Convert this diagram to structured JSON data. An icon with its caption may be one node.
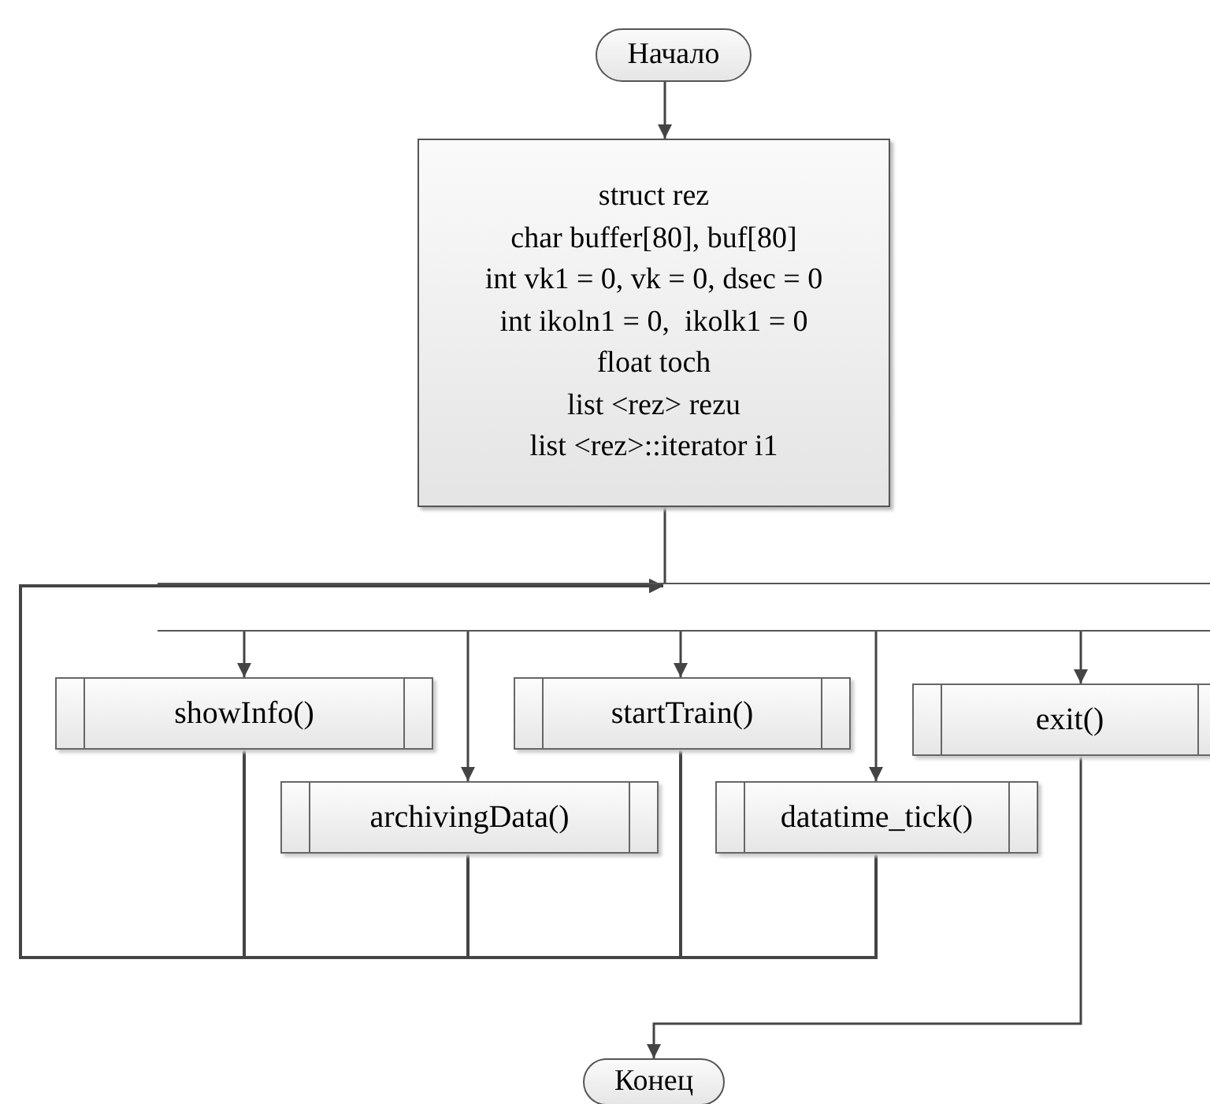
{
  "diagram": {
    "nodes": [
      {
        "text": [
          "Начало"
        ]
      },
      {
        "text": [
          "struct rez",
          "char buffer[80], buf[80]",
          "int vk1 = 0, vk = 0, dsec = 0",
          "int ikoln1 = 0,  ikolk1 = 0",
          "float toch",
          "list <rez> rezu",
          "list <rez>::iterator i1"
        ]
      },
      {
        "text": [],
        "shape": "bar"
      },
      {
        "text": [
          "showInfo()"
        ]
      },
      {
        "text": [
          "startTrain()"
        ]
      },
      {
        "text": [
          "exit()"
        ]
      },
      {
        "text": [
          "archivingData()"
        ]
      },
      {
        "text": [
          "datatime_tick()"
        ]
      },
      {
        "text": [
          "Конец"
        ]
      }
    ],
    "edges": [
      {
        "from": 0,
        "to": 1,
        "arrow": "to"
      },
      {
        "from": 1,
        "to": 2,
        "arrow": "none"
      },
      {
        "from": 2,
        "to": 3,
        "arrow": "to"
      },
      {
        "from": 2,
        "to": 6,
        "arrow": "to"
      },
      {
        "from": 2,
        "to": 4,
        "arrow": "to"
      },
      {
        "from": 2,
        "to": 7,
        "arrow": "to"
      },
      {
        "from": 2,
        "to": 5,
        "arrow": "to"
      },
      {
        "from": 3,
        "to": 2,
        "arrow": "to"
      },
      {
        "from": 6,
        "to": 2,
        "arrow": "to"
      },
      {
        "from": 4,
        "to": 2,
        "arrow": "to"
      },
      {
        "from": 7,
        "to": 2,
        "arrow": "to"
      },
      {
        "from": 5,
        "to": 8,
        "arrow": "to"
      }
    ]
  }
}
